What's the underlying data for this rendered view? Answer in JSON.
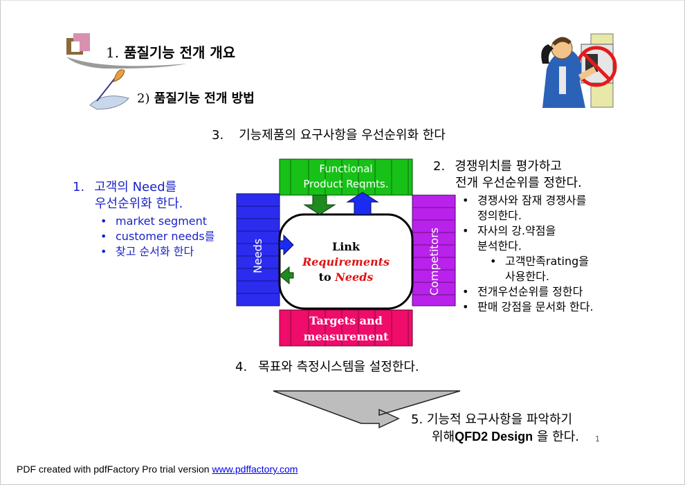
{
  "heading1": {
    "number": "1.",
    "text": "품질기능 전개 개요"
  },
  "heading2": {
    "number": "2)",
    "text": "품질기능 전개 방법"
  },
  "step3": {
    "number": "3.",
    "text": "기능제품의 요구사항을 우선순위화 한다"
  },
  "step1": {
    "number": "1.",
    "line1": "고객의 Need를",
    "line2": "우선순위화 한다.",
    "bullets": [
      "market segment",
      "customer needs를",
      "찾고 순서화 한다"
    ]
  },
  "step2": {
    "number": "2.",
    "line1": "경쟁위치를 평가하고",
    "line2": "전개 우선순위를 정한다.",
    "bullets": [
      {
        "l1": "경쟁사와 잠재 경쟁사를",
        "l2": "정의한다."
      },
      {
        "l1": "자사의 강.약점을",
        "l2": "분석한다."
      },
      {
        "l1": "고객만족rating을",
        "l2": "사용한다."
      },
      {
        "l1": "전개우선순위를 정한다",
        "l2": ""
      },
      {
        "l1": "판매 강점을 문서화 한다.",
        "l2": ""
      }
    ]
  },
  "diagram": {
    "top_line1": "Functional",
    "top_line2": "Product Reqmts.",
    "left_label": "Needs",
    "right_label": "Competitors",
    "bottom_line1": "Targets and",
    "bottom_line2": "measurement",
    "center_line1": "Link",
    "center_line2": "Requirements",
    "center_line3_a": "to",
    "center_line3_b": "Needs",
    "colors": {
      "top": "#17c117",
      "left": "#2c2cef",
      "right": "#b822ea",
      "bottom": "#ef0c6a",
      "arrow_down": "#1f8a1f",
      "arrow_up": "#1a2cf2"
    }
  },
  "step4": {
    "number": "4.",
    "text": "목표와 측정시스템을 설정한다."
  },
  "step5": {
    "number": "5.",
    "line1": "기능적 요구사항을 파악하기",
    "line2_a": "위해",
    "line2_b": "QFD2 Design",
    "line2_c": " 을 한다."
  },
  "page_mark": "1",
  "footer": {
    "text": "PDF created with pdfFactory Pro trial version ",
    "link": "www.pdffactory.com"
  },
  "icons": [
    "slide-bullet-icon",
    "quill-icon",
    "no-phone-clipart-icon"
  ]
}
